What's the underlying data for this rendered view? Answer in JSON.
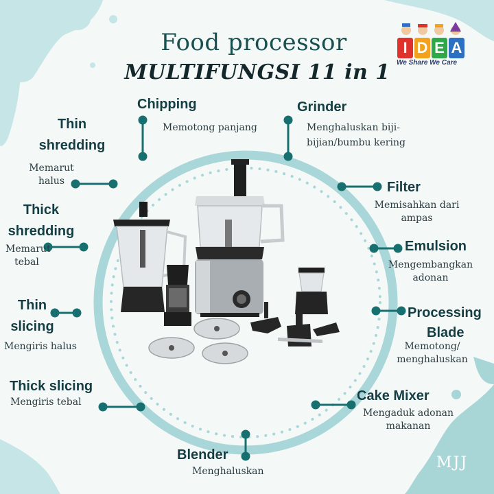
{
  "header": {
    "title_line1": "Food processor",
    "title_line2": "MULTIFUNGSI 11 in 1"
  },
  "logo": {
    "letters": [
      "I",
      "D",
      "E",
      "A"
    ],
    "tile_colors": [
      "#e0322c",
      "#f2a21c",
      "#2fa84a",
      "#2d6fc1"
    ],
    "tagline": "We Share We Care"
  },
  "features": {
    "chipping": {
      "label": "Chipping",
      "desc": "Memotong panjang"
    },
    "grinder": {
      "label": "Grinder",
      "desc_lines": [
        "Menghaluskan biji-",
        "bijian/bumbu kering"
      ]
    },
    "thin_shredding": {
      "label_lines": [
        "Thin",
        "shredding"
      ],
      "desc_lines": [
        "Memarut",
        "halus"
      ]
    },
    "filter": {
      "label": "Filter",
      "desc_lines": [
        "Memisahkan dari",
        "ampas"
      ]
    },
    "thick_shredding": {
      "label_lines": [
        "Thick",
        "shredding"
      ],
      "desc_lines": [
        "Memarut",
        "tebal"
      ]
    },
    "emulsion": {
      "label": "Emulsion",
      "desc_lines": [
        "Mengembangkan",
        "adonan"
      ]
    },
    "thin_slicing": {
      "label_lines": [
        "Thin",
        "slicing"
      ],
      "desc": "Mengiris halus"
    },
    "processing_blade": {
      "label_lines": [
        "Processing",
        "Blade"
      ],
      "desc_lines": [
        "Memotong/",
        "menghaluskan"
      ]
    },
    "thick_slicing": {
      "label": "Thick slicing",
      "desc": "Mengiris tebal"
    },
    "cake_mixer": {
      "label": "Cake Mixer",
      "desc_lines": [
        "Mengaduk adonan",
        "makanan"
      ]
    },
    "blender": {
      "label": "Blender",
      "desc": "Menghaluskan"
    }
  },
  "watermark": "MJJ",
  "colors": {
    "teal_accent": "#17706f",
    "ring": "#a9d6d8",
    "splash": "#c5e5e6",
    "title": "#17504f"
  }
}
